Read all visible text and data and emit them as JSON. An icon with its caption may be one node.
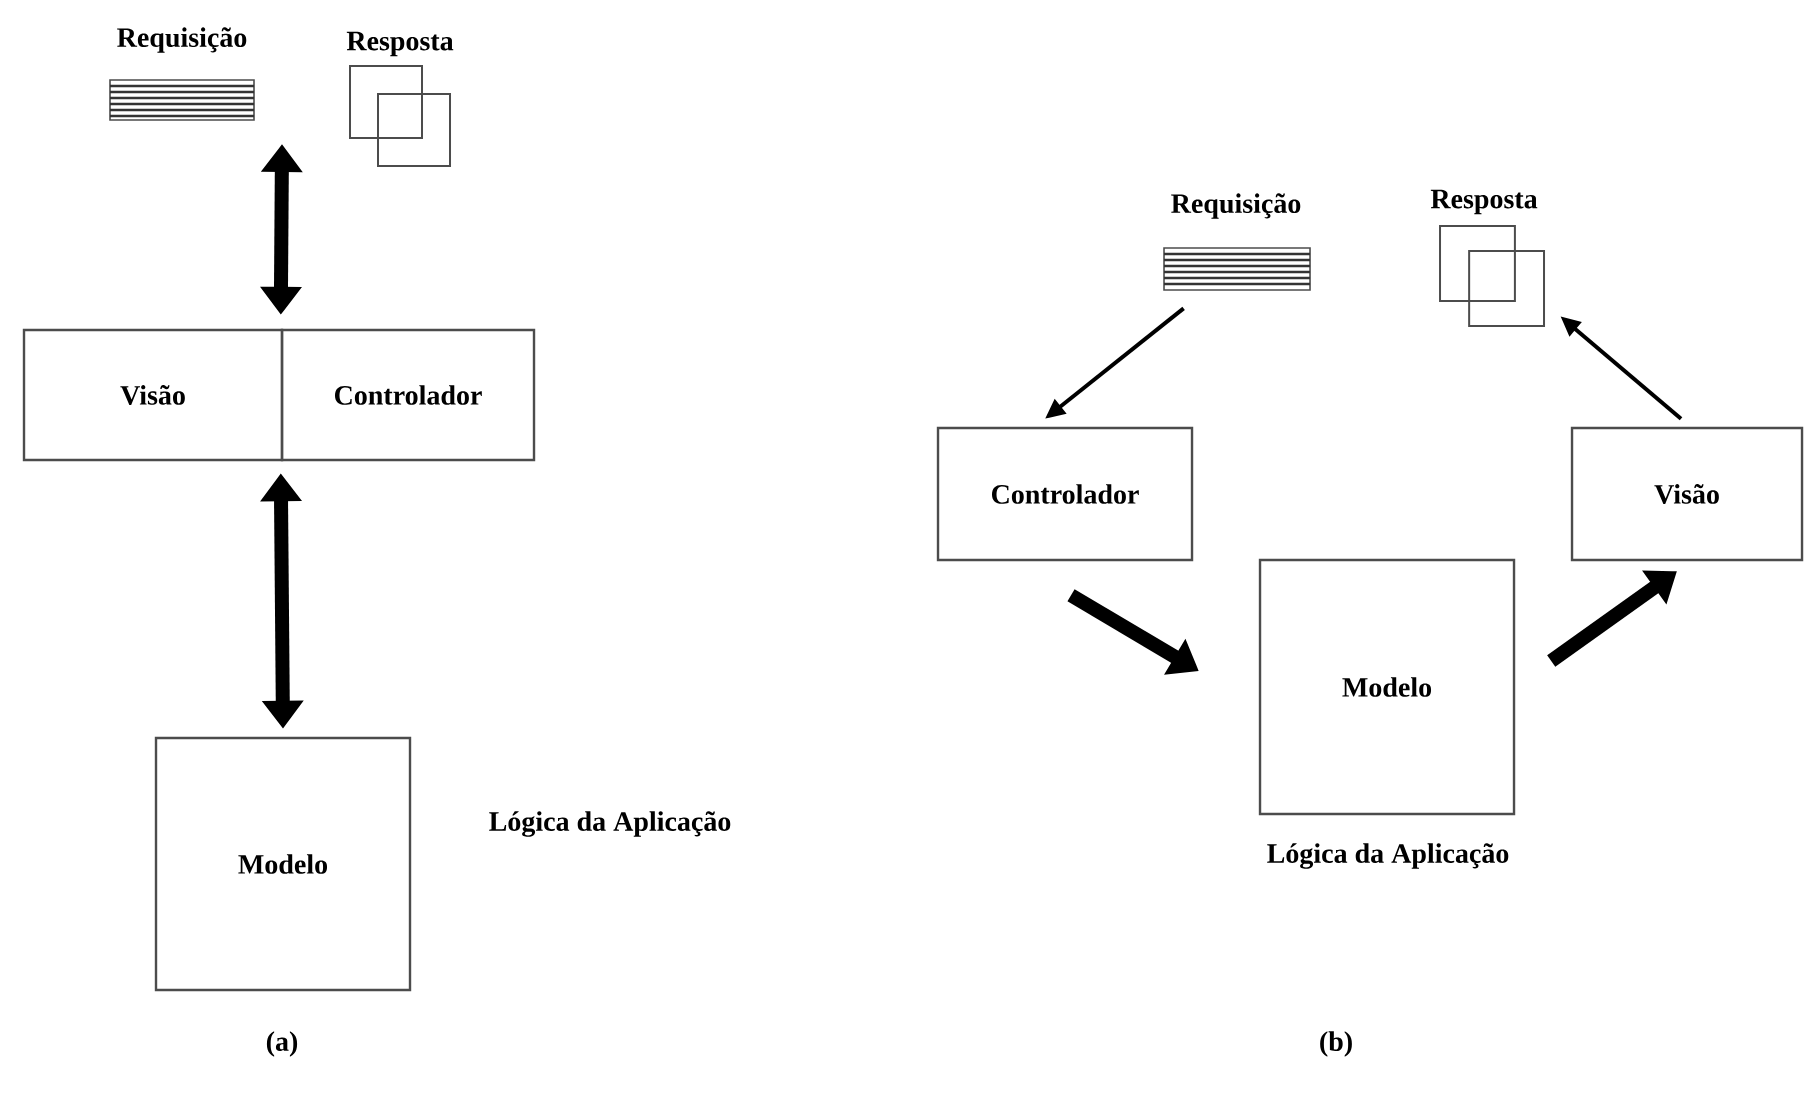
{
  "diagram": {
    "nodes": [
      {
        "text": [
          "Requisição"
        ]
      },
      {
        "text": [
          "Resposta"
        ]
      },
      {
        "text": [
          "Visão"
        ]
      },
      {
        "text": [
          "Controlador"
        ]
      },
      {
        "text": [
          "Modelo"
        ],
        "beside": [
          "Lógica da Aplicação"
        ]
      },
      {
        "text": [
          "Requisição"
        ]
      },
      {
        "text": [
          "Resposta"
        ]
      },
      {
        "text": [
          "Controlador"
        ]
      },
      {
        "text": [
          "Visão"
        ]
      },
      {
        "text": [
          "Modelo"
        ],
        "beside": [
          "Lógica da Aplicação"
        ]
      }
    ],
    "edges": [
      {
        "from": null,
        "to": 3,
        "arrow": "both"
      },
      {
        "from": 3,
        "to": 4,
        "arrow": "both"
      },
      {
        "from": 5,
        "to": 7,
        "arrow": "to"
      },
      {
        "from": 7,
        "to": 9,
        "arrow": "to"
      },
      {
        "from": 9,
        "to": 8,
        "arrow": "to"
      },
      {
        "from": 8,
        "to": 6,
        "arrow": "to"
      }
    ],
    "labels": [
      "(a)",
      "(b)"
    ]
  }
}
